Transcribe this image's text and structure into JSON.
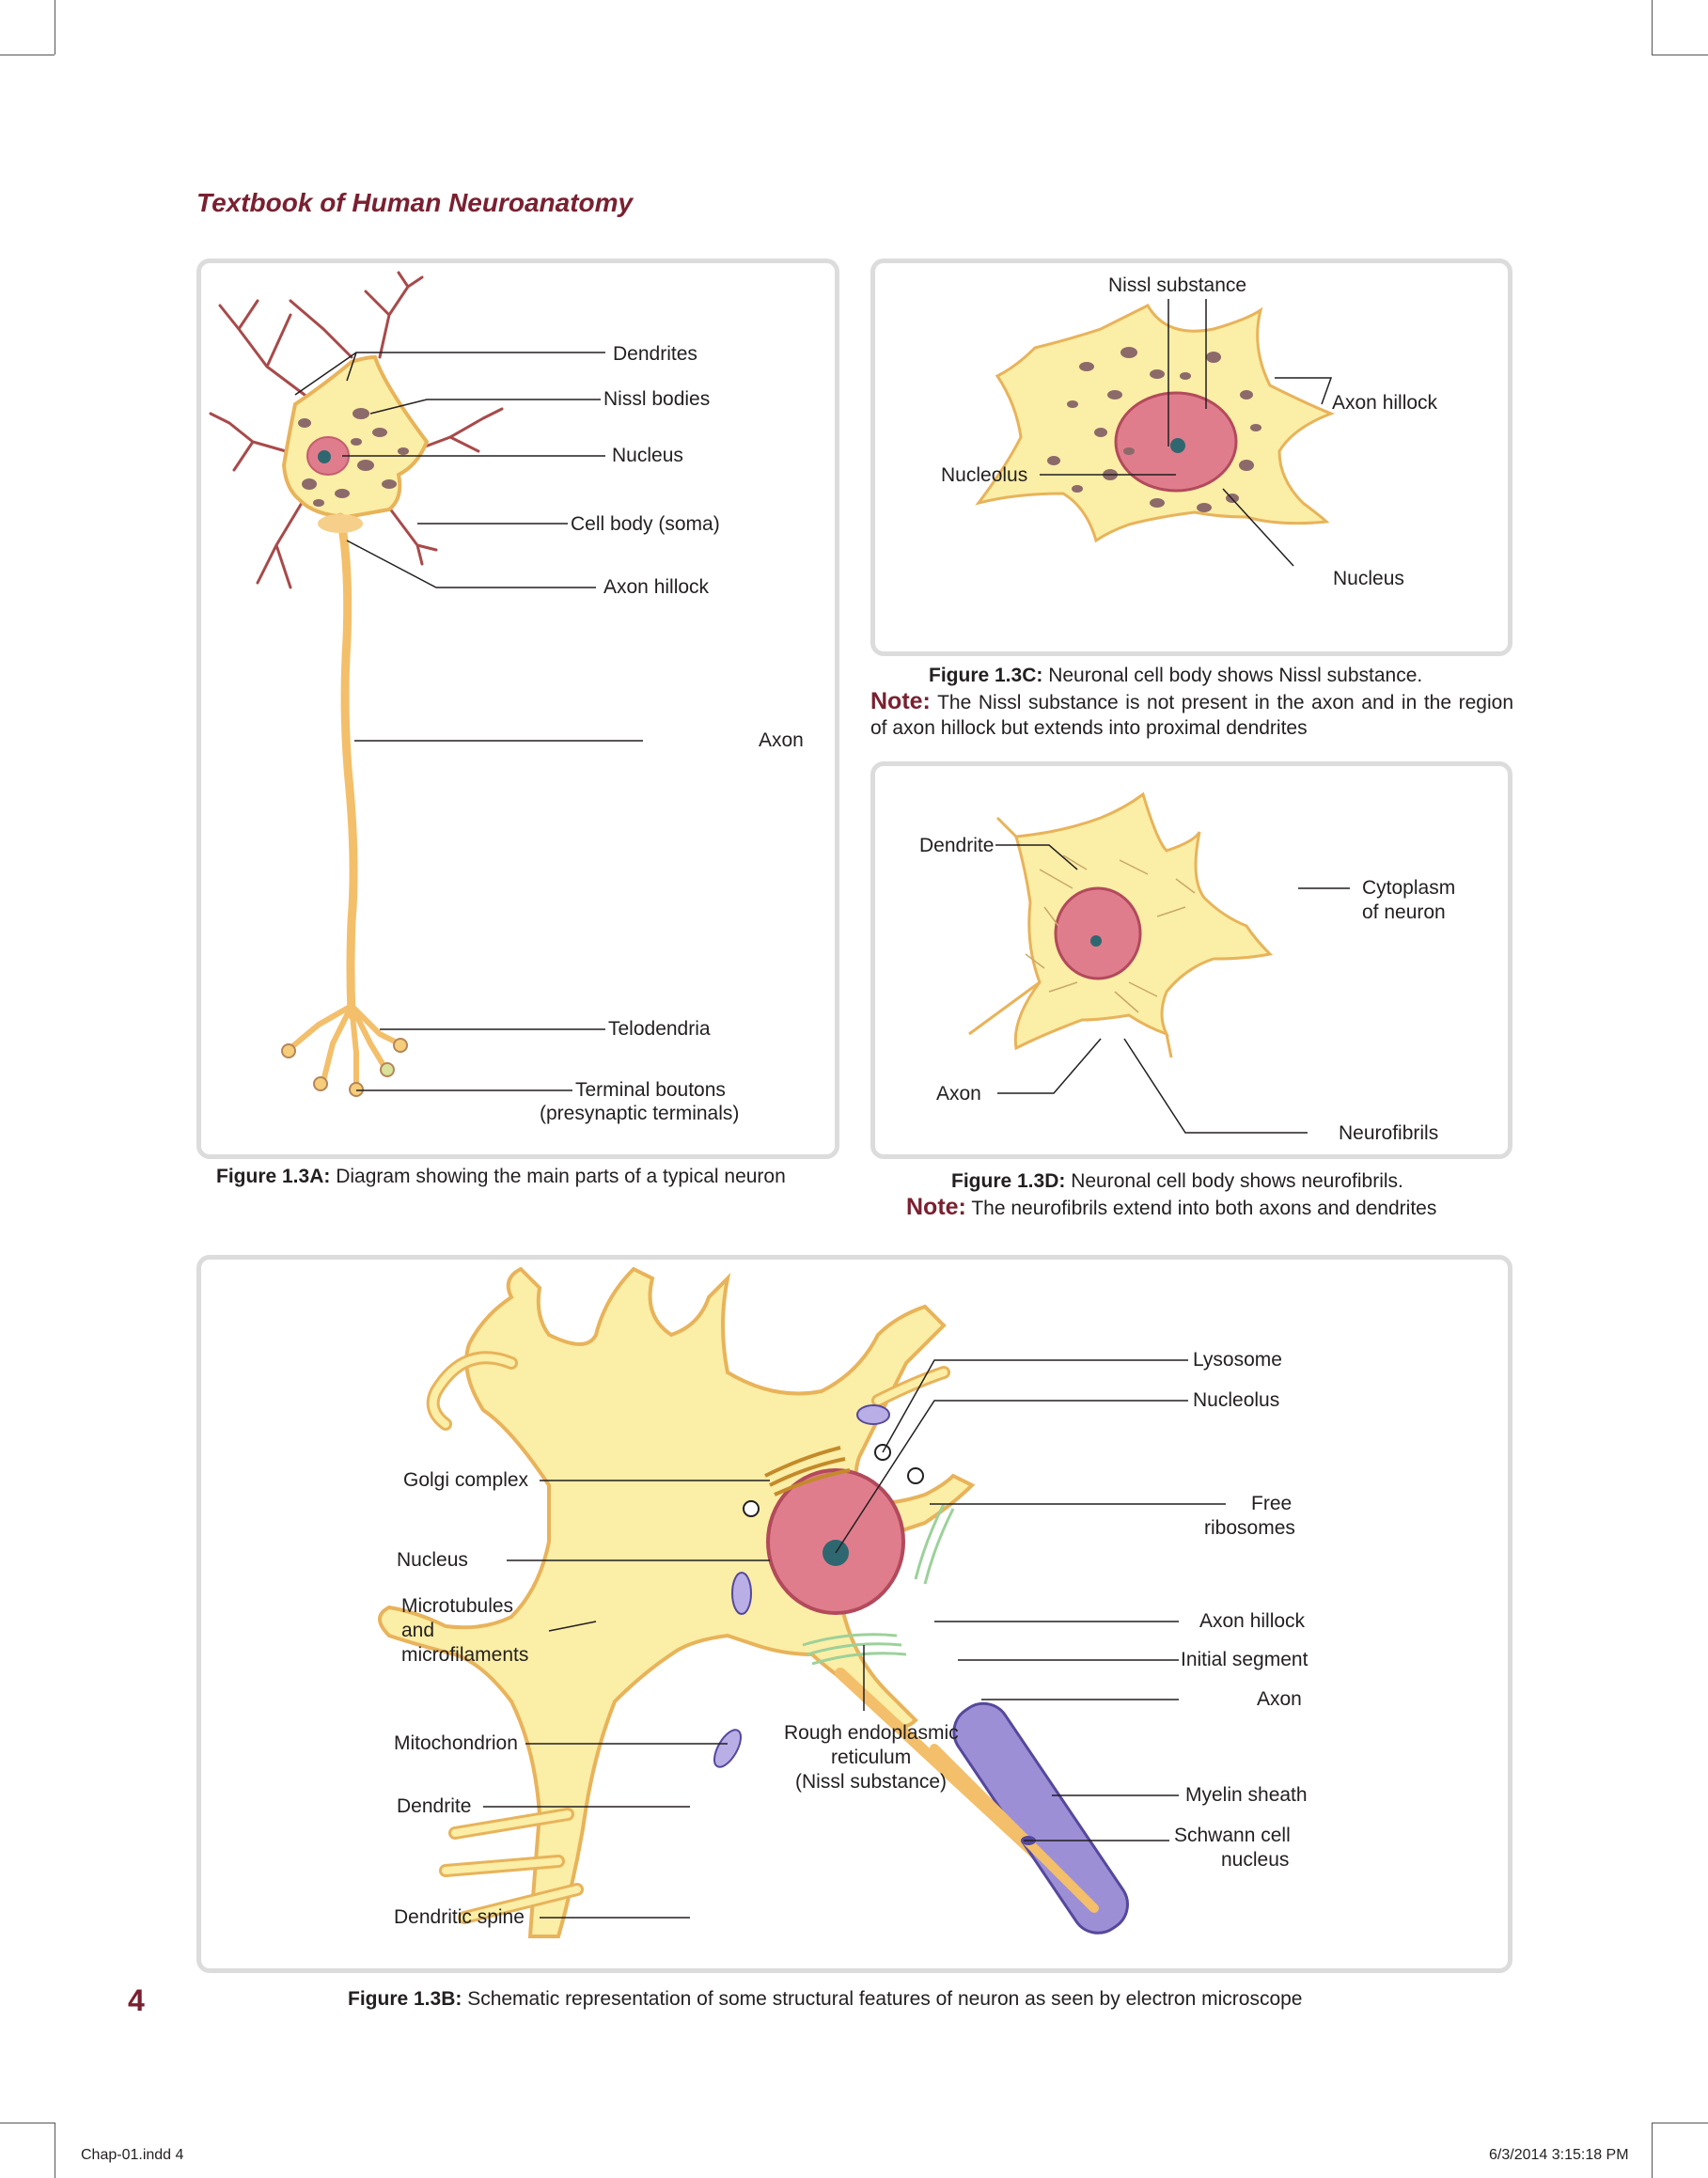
{
  "header": {
    "title": "Textbook of Human Neuroanatomy"
  },
  "fig_a": {
    "labels": {
      "dendrites": "Dendrites",
      "nissl_bodies": "Nissl bodies",
      "nucleus": "Nucleus",
      "cell_body": "Cell body (soma)",
      "axon_hillock": "Axon hillock",
      "axon": "Axon",
      "telodendria": "Telodendria",
      "terminal_boutons": "Terminal boutons",
      "presynaptic": "(presynaptic terminals)"
    },
    "caption": {
      "id": "Figure 1.3A:",
      "text": " Diagram showing the main parts of a typical neuron"
    }
  },
  "fig_c": {
    "labels": {
      "nissl_substance": "Nissl substance",
      "axon_hillock": "Axon hillock",
      "nucleolus": "Nucleolus",
      "nucleus": "Nucleus"
    },
    "caption": {
      "id": "Figure 1.3C:",
      "text": " Neuronal cell body shows Nissl substance."
    },
    "note": {
      "word": "Note:",
      "text": " The Nissl substance is not present in the axon and in the region of axon hillock but extends into proximal dendrites"
    }
  },
  "fig_d": {
    "labels": {
      "dendrite": "Dendrite",
      "cytoplasm_1": "Cytoplasm",
      "cytoplasm_2": "of neuron",
      "axon": "Axon",
      "neurofibrils": "Neurofibrils"
    },
    "caption": {
      "id": "Figure 1.3D:",
      "text": " Neuronal cell body shows neurofibrils."
    },
    "note": {
      "word": "Note:",
      "text": " The neurofibrils extend into both axons and dendrites"
    }
  },
  "fig_b": {
    "labels": {
      "lysosome": "Lysosome",
      "nucleolus": "Nucleolus",
      "golgi": "Golgi complex",
      "free_1": "Free",
      "free_2": "ribosomes",
      "nucleus": "Nucleus",
      "micro_1": "Microtubules",
      "micro_2": "and",
      "micro_3": "microfilaments",
      "axon_hillock": "Axon hillock",
      "initial_segment": "Initial segment",
      "axon": "Axon",
      "mitochondrion": "Mitochondrion",
      "rer_1": "Rough endoplasmic",
      "rer_2": "reticulum",
      "rer_3": "(Nissl substance)",
      "myelin": "Myelin sheath",
      "schwann_1": "Schwann cell",
      "schwann_2": "nucleus",
      "dendrite": "Dendrite",
      "dendritic_spine": "Dendritic spine"
    },
    "caption": {
      "id": "Figure 1.3B:",
      "text": " Schematic representation of some structural features of neuron as seen by electron microscope"
    }
  },
  "page_number": "4",
  "footer": {
    "file": "Chap-01.indd   4",
    "timestamp": "6/3/2014   3:15:18 PM"
  },
  "colors": {
    "cell_fill": "#fbeea6",
    "cell_stroke": "#e8b35a",
    "nucleus_fill": "#e07d8d",
    "accent": "#7a2030"
  }
}
